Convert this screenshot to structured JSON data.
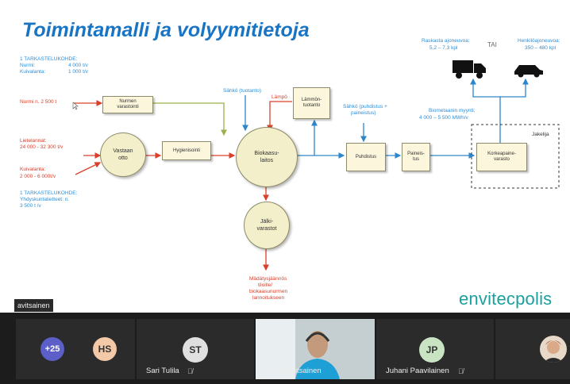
{
  "slide": {
    "title": "Toimintamalli ja volyymitietoja",
    "left_info": {
      "line1": "1 TARKASTELUKOHDE:",
      "line2_label": "Nurmi:",
      "line2_value": "4 000 t/v",
      "line3_label": "Kuivalanta:",
      "line3_value": "1 000 t/v"
    },
    "nurmi_input": "Nurmi  n. 2 500 t",
    "lietelannat": {
      "line1": "Lietelannat:",
      "line2": "24 000 - 32 300 t/v"
    },
    "kuivalanta": {
      "line1": "Kuivalanta:",
      "line2": "2 000  - 6 000t/v"
    },
    "tarkastelu2": {
      "line1": "1 TARKASTELUKOHDE:",
      "line2": "Yhdyskuntalietteet: n.",
      "line3": "3 500 t /v"
    },
    "sahko_tuotanto": "Sähkö (tuotanto)",
    "lampo": "Lämpö",
    "sahko_puhdistus": {
      "line1": "Sähkö (puhdistus +",
      "line2": "paineistus)"
    },
    "biometaani": {
      "line1": "Biometaanin myynti;",
      "line2": "4 000 – 5 500 MWh/v"
    },
    "raskasta": {
      "line1": "Raskasta ajoneuvoa:",
      "line2": "5,2 – 7,3 kpl"
    },
    "tai": "TAI",
    "henkilo": {
      "line1": "Henkilöajoneuvoa:",
      "line2": "350 – 480 kpl"
    },
    "jakelija": "Jakelija",
    "madatys": {
      "line1": "Mädätysjäännös",
      "line2": "tiloille/",
      "line3": "biokaasunurmen",
      "line4": "lannoitukseen"
    },
    "nodes": {
      "nurmen": {
        "line1": "Nurmen",
        "line2": "varastointi"
      },
      "vastaan": {
        "line1": "Vastaan",
        "line2": "otto"
      },
      "hygienisointi": "Hygienisointi",
      "biokaasu": {
        "line1": "Biokaasu-",
        "line2": "laitos"
      },
      "lammon": {
        "line1": "Lämmön-",
        "line2": "tuotanto"
      },
      "puhdistus": "Puhdistus",
      "paineistus": {
        "line1": "Paineis-",
        "line2": "tus"
      },
      "korkeapaine": {
        "line1": "Korkeapaine-",
        "line2": "varasto"
      },
      "jalki": {
        "line1": "Jälki-",
        "line2": "varastot"
      }
    },
    "logo": "envitecpolis"
  },
  "meeting": {
    "presenter_tag": "avitsainen",
    "more_count": "+25",
    "participants": [
      {
        "initials": "HS",
        "name": "",
        "color": "#f3c9a8"
      },
      {
        "initials": "ST",
        "name": "Sari Tulila",
        "color": "#e0e0e0"
      },
      {
        "initials": "",
        "name": "Toni Havitsainen",
        "color": ""
      },
      {
        "initials": "JP",
        "name": "Juhani Paavilainen",
        "color": "#c9e4c2"
      }
    ],
    "more_color": "#5b5fc7",
    "muted_icon": "mic-off-icon"
  },
  "colors": {
    "title": "#1a74c4",
    "info_blue": "#2f8fd8",
    "info_red": "#d9402b",
    "arrow_blue": "#2e86c8",
    "arrow_red": "#d9402b",
    "logo": "#1aa0a0"
  }
}
